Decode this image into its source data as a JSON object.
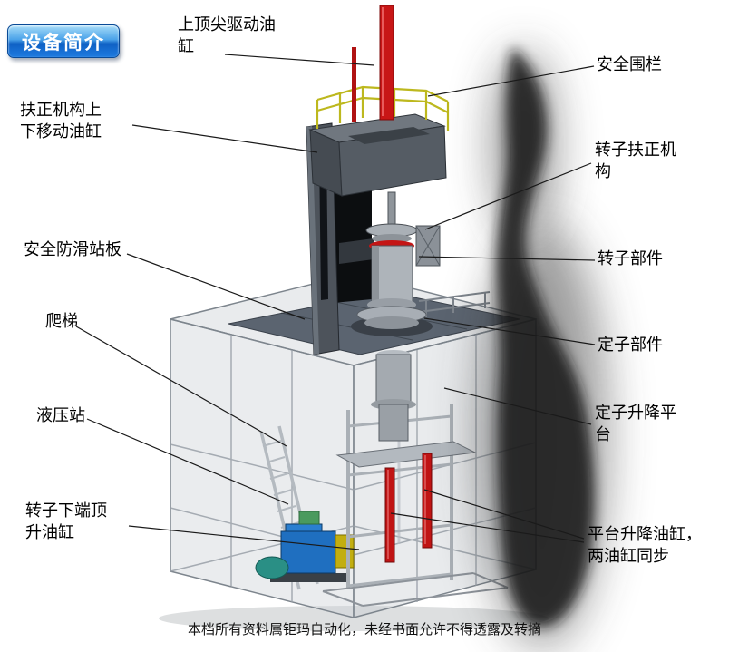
{
  "title_badge": "设备简介",
  "labels": {
    "top_cylinder": "上顶尖驱动油\n缸",
    "safety_fence": "安全围栏",
    "centering_cylinder": "扶正机构上\n下移动油缸",
    "rotor_centering": "转子扶正机\n构",
    "antislip_platform": "安全防滑站板",
    "rotor_part": "转子部件",
    "ladder": "爬梯",
    "stator_part": "定子部件",
    "hydraulic_station": "液压站",
    "stator_lift_platform": "定子升降平\n台",
    "rotor_jack_cylinder": "转子下端顶\n升油缸",
    "platform_lift_cylinders": "平台升降油缸，\n两油缸同步"
  },
  "footer": "本档所有资料属钜玛自动化，未经书面允许不得透露及转摘",
  "colors": {
    "badge_blue": "#1060c4",
    "cylinder_red": "#c81616",
    "railing_yellow": "#bdb81e",
    "hydraulic_blue": "#1f6fc0",
    "platform_gray": "#5b6470"
  }
}
